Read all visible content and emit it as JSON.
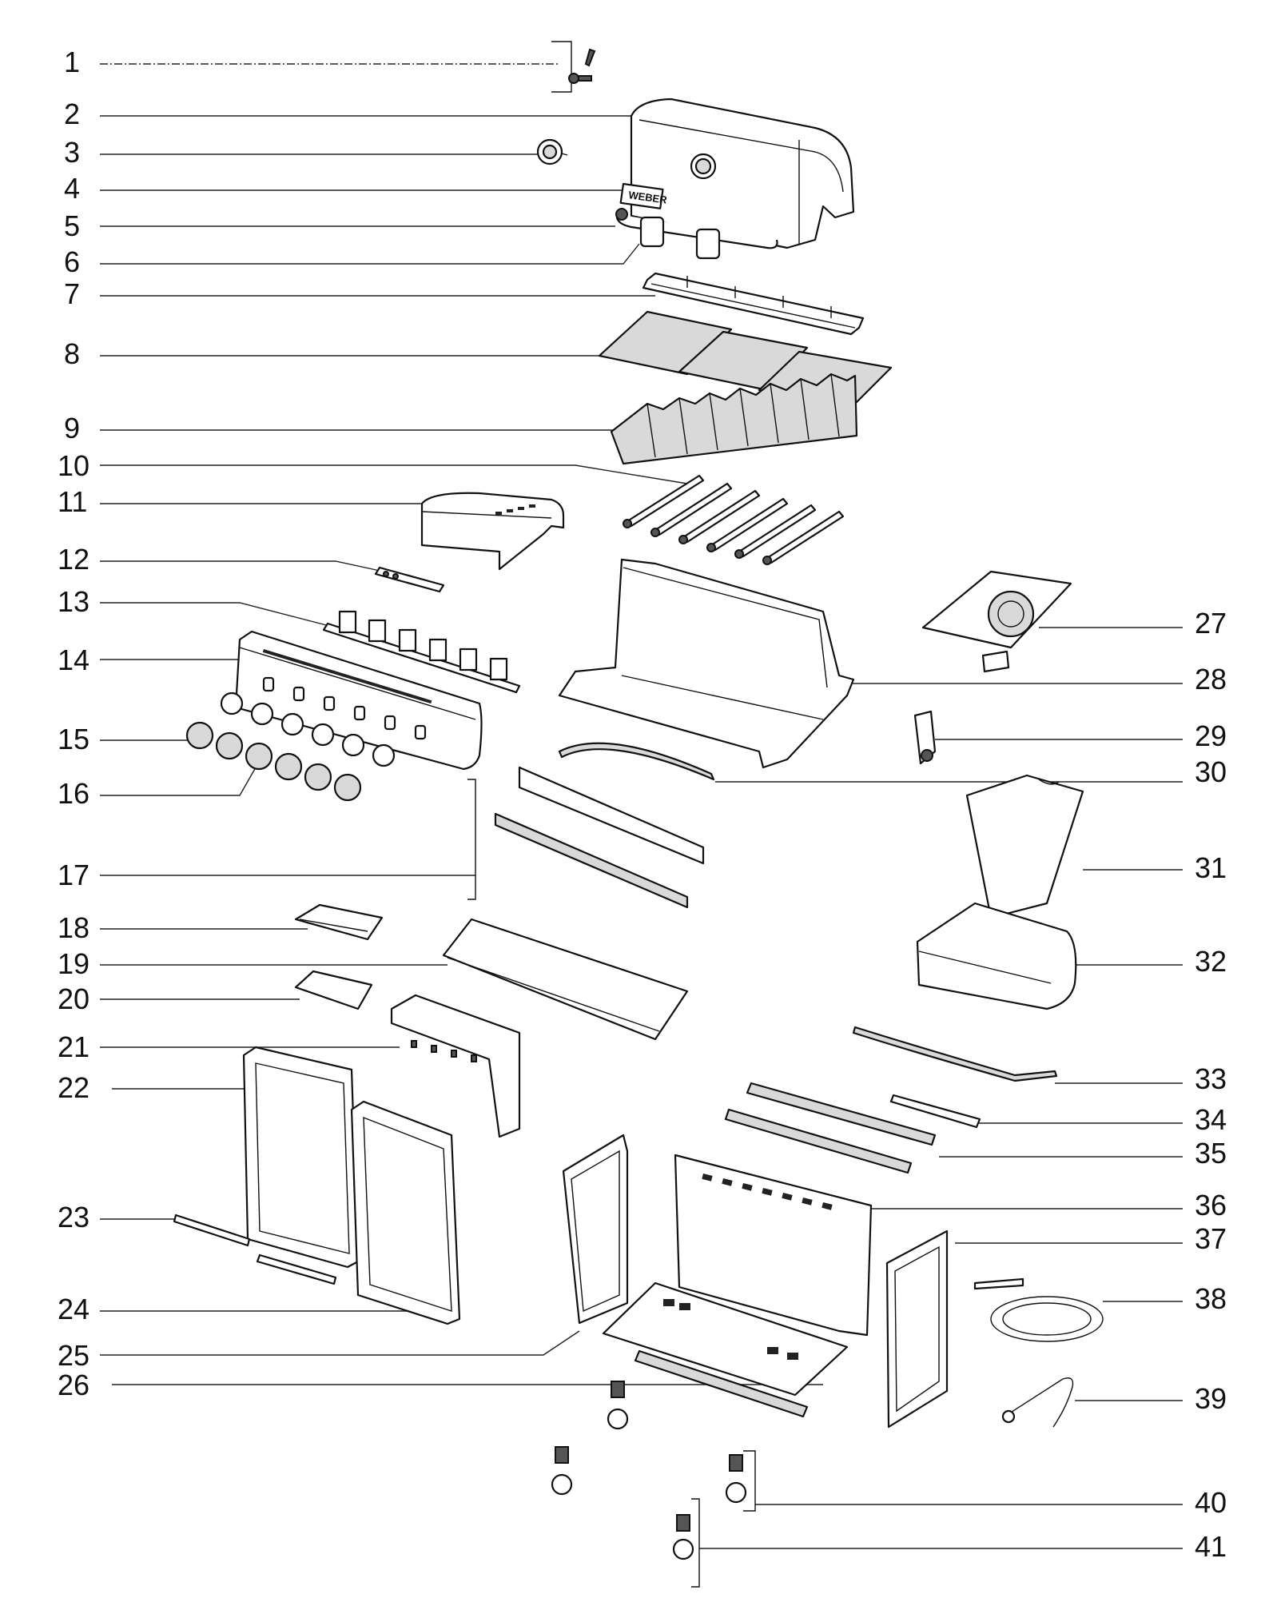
{
  "brand": {
    "logo_text": "WEBER"
  },
  "callouts_left": [
    "1",
    "2",
    "3",
    "4",
    "5",
    "6",
    "7",
    "8",
    "9",
    "10",
    "11",
    "12",
    "13",
    "14",
    "15",
    "16",
    "17",
    "18",
    "19",
    "20",
    "21",
    "22",
    "23",
    "24",
    "25",
    "26"
  ],
  "callouts_right": [
    "27",
    "28",
    "29",
    "30",
    "31",
    "32",
    "33",
    "34",
    "35",
    "36",
    "37",
    "38",
    "39",
    "40",
    "41"
  ]
}
